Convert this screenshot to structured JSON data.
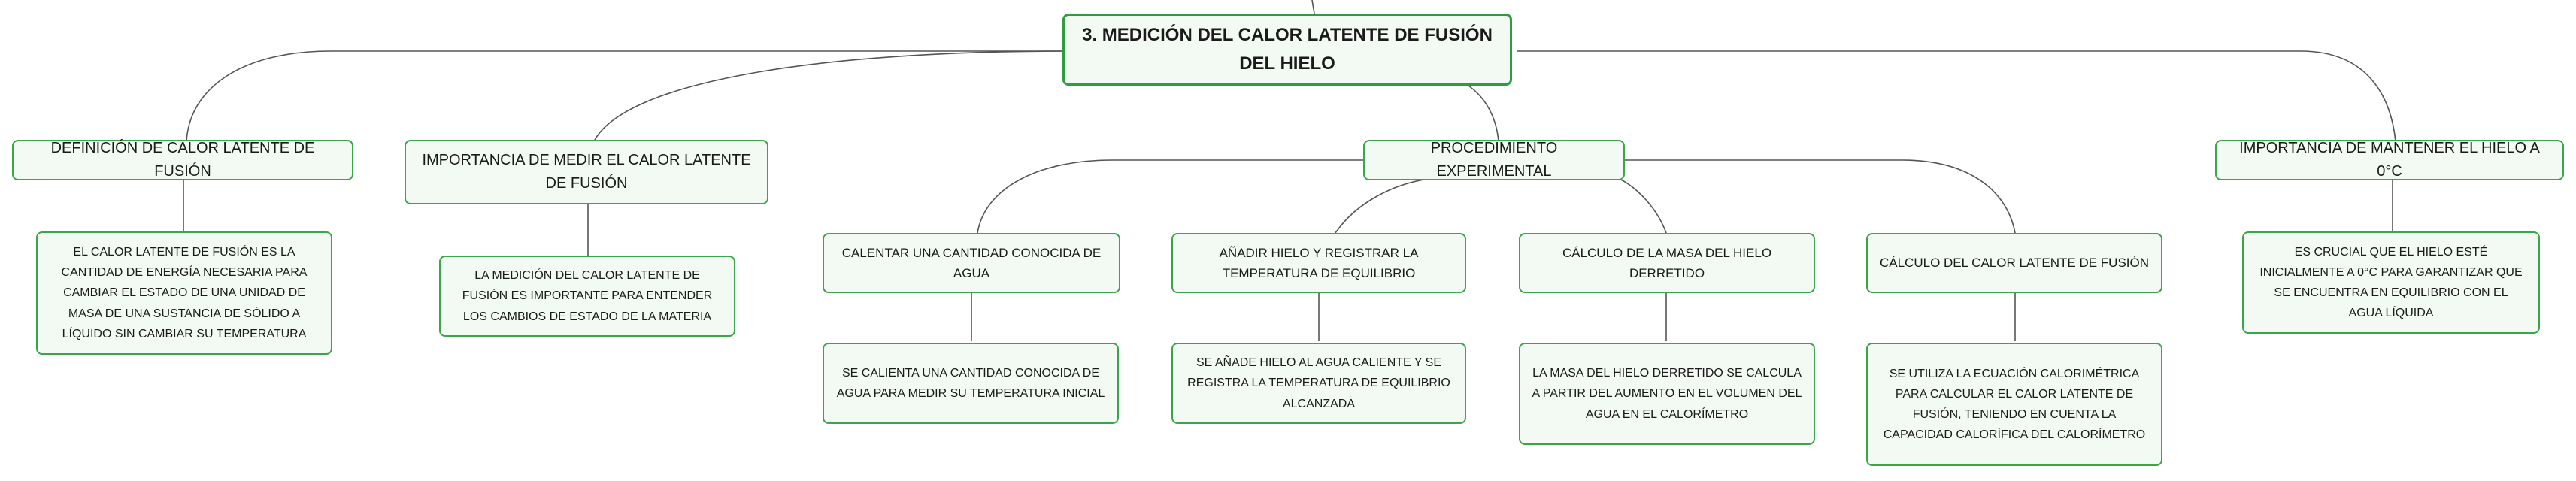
{
  "root": {
    "title": "3. MEDICIÓN DEL CALOR LATENTE DE FUSIÓN DEL HIELO"
  },
  "branches": {
    "definicion": {
      "label": "DEFINICIÓN DE CALOR LATENTE DE FUSIÓN",
      "detail": "EL CALOR LATENTE DE FUSIÓN ES LA CANTIDAD DE ENERGÍA NECESARIA PARA CAMBIAR EL ESTADO DE UNA UNIDAD DE MASA DE UNA SUSTANCIA DE SÓLIDO A LÍQUIDO SIN CAMBIAR SU TEMPERATURA"
    },
    "importancia": {
      "label": "IMPORTANCIA DE MEDIR EL CALOR LATENTE DE FUSIÓN",
      "detail": "LA MEDICIÓN DEL CALOR LATENTE DE FUSIÓN ES IMPORTANTE PARA ENTENDER LOS CAMBIOS DE ESTADO DE LA MATERIA"
    },
    "procedimiento": {
      "label": "PROCEDIMIENTO EXPERIMENTAL",
      "steps": [
        {
          "label": "CALENTAR UNA CANTIDAD CONOCIDA DE AGUA",
          "detail": "SE CALIENTA UNA CANTIDAD CONOCIDA DE AGUA PARA MEDIR SU TEMPERATURA INICIAL"
        },
        {
          "label": "AÑADIR HIELO Y REGISTRAR LA TEMPERATURA DE EQUILIBRIO",
          "detail": "SE AÑADE HIELO AL AGUA CALIENTE Y SE REGISTRA LA TEMPERATURA DE EQUILIBRIO ALCANZADA"
        },
        {
          "label": "CÁLCULO DE LA MASA DEL HIELO DERRETIDO",
          "detail": "LA MASA DEL HIELO DERRETIDO SE CALCULA A PARTIR DEL AUMENTO EN EL VOLUMEN DEL AGUA EN EL CALORÍMETRO"
        },
        {
          "label": "CÁLCULO DEL CALOR LATENTE DE FUSIÓN",
          "detail": "SE UTILIZA LA ECUACIÓN CALORIMÉTRICA PARA CALCULAR EL CALOR LATENTE DE FUSIÓN, TENIENDO EN CUENTA LA CAPACIDAD CALORÍFICA DEL CALORÍMETRO"
        }
      ]
    },
    "mantener": {
      "label": "IMPORTANCIA DE MANTENER EL HIELO A 0°C",
      "detail": "ES CRUCIAL QUE EL HIELO ESTÉ INICIALMENTE A 0°C PARA GARANTIZAR QUE SE ENCUENTRA EN EQUILIBRIO CON EL AGUA LÍQUIDA"
    }
  },
  "colors": {
    "border": "#3aa64a",
    "fill": "#f3faf4",
    "edge": "#555555"
  }
}
